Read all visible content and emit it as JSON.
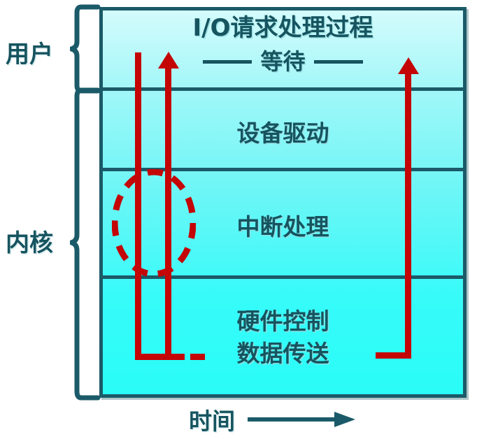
{
  "diagram": {
    "title": "I/O请求处理过程",
    "wait_label": "等待",
    "layers": [
      {
        "id": "user-request",
        "label": "I/O请求处理过程"
      },
      {
        "id": "device-driver",
        "label": "设备驱动"
      },
      {
        "id": "interrupt-handling",
        "label": "中断处理"
      },
      {
        "id": "hardware-control",
        "label": "硬件控制"
      },
      {
        "id": "data-transfer",
        "label": "数据传送"
      }
    ],
    "side_labels": {
      "user": "用户",
      "kernel": "内核"
    },
    "axis": {
      "label": "时间",
      "direction": "right"
    },
    "colors": {
      "outline": "#1b5a68",
      "text": "#16545f",
      "flow": "#c40505",
      "fill_top": "#d4fbfc",
      "fill_bottom": "#2afcf8"
    },
    "annotations": {
      "ellipse": "dashed-loop-interrupt-wait",
      "flow_down": "io-request-descending",
      "flow_up_left": "io-completion-ascending",
      "flow_up_right": "interrupt-ascending"
    }
  }
}
